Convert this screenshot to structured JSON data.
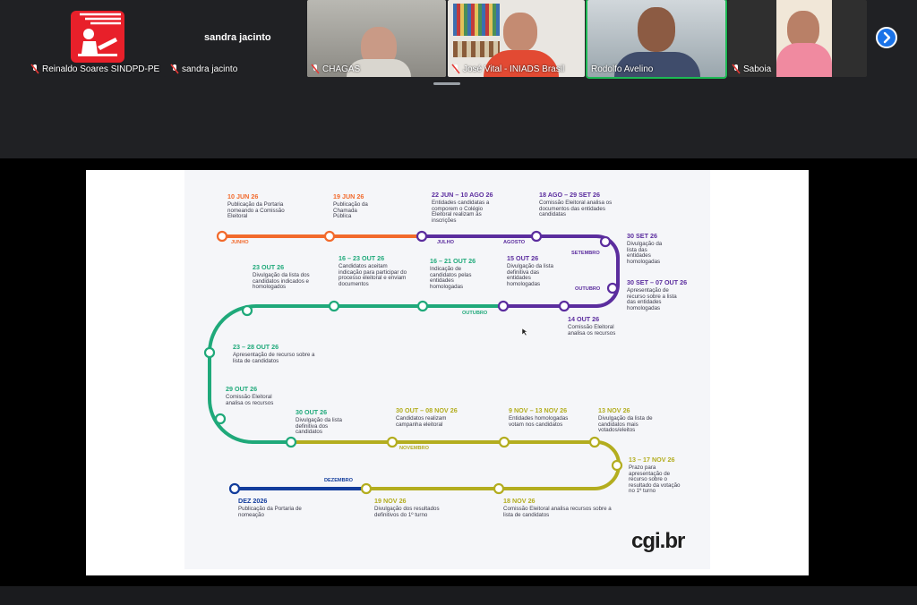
{
  "meeting": {
    "main_tile_title": "sandra jacinto",
    "participants": [
      {
        "name": "Reinaldo Soares SINDPD-PE",
        "muted": true
      },
      {
        "name": "sandra jacinto",
        "muted": true
      },
      {
        "name": "CHAGAS",
        "muted": true
      },
      {
        "name": "José Vital - INIADS Brasil",
        "muted": true
      },
      {
        "name": "Rodolfo Avelino",
        "muted": false,
        "speaking": true
      },
      {
        "name": "Saboia",
        "muted": true
      }
    ],
    "colors": {
      "muted_red": "#e53935",
      "speaking_green": "#1db954",
      "nav_blue": "#1a73e8"
    }
  },
  "slide": {
    "logo": "cgi.br",
    "colors": {
      "orange": "#f26a2c",
      "purple": "#5b2d9e",
      "green": "#1fa97a",
      "olive": "#b3ad1f",
      "navy": "#123c9c"
    },
    "months": {
      "junho": "JUNHO",
      "julho": "JULHO",
      "agosto": "AGOSTO",
      "setembro": "SETEMBRO",
      "outubro1": "OUTUBRO",
      "outubro2": "OUTUBRO",
      "novembro": "NOVEMBRO",
      "dezembro": "DEZEMBRO"
    },
    "events": [
      {
        "date": "10 JUN 26",
        "text": "Publicação da Portaria nomeando a Comissão Eleitoral"
      },
      {
        "date": "19 JUN 26",
        "text": "Publicação da Chamada Pública"
      },
      {
        "date": "22 JUN – 10 AGO 26",
        "text": "Entidades candidatas a comporem o Colégio Eleitoral realizam as inscrições"
      },
      {
        "date": "18 AGO – 29 SET 26",
        "text": "Comissão Eleitoral analisa os documentos das entidades candidatas"
      },
      {
        "date": "30 SET 26",
        "text": "Divulgação da lista das entidades homologadas"
      },
      {
        "date": "30 SET – 07 OUT 26",
        "text": "Apresentação de recurso sobre a lista das entidades homologadas"
      },
      {
        "date": "14 OUT 26",
        "text": "Comissão Eleitoral analisa os recursos"
      },
      {
        "date": "15 OUT 26",
        "text": "Divulgação da lista definitiva das entidades homologadas"
      },
      {
        "date": "16 – 21 OUT 26",
        "text": "Indicação de candidatos pelas entidades homologadas"
      },
      {
        "date": "16 – 23 OUT 26",
        "text": "Candidatos aceitam indicação para participar do processo eleitoral e enviam documentos"
      },
      {
        "date": "23 OUT 26",
        "text": "Divulgação da lista dos candidatos indicados e homologados"
      },
      {
        "date": "23 – 28 OUT 26",
        "text": "Apresentação de recurso sobre a lista de candidatos"
      },
      {
        "date": "29 OUT 26",
        "text": "Comissão Eleitoral analisa os recursos"
      },
      {
        "date": "30 OUT 26",
        "text": "Divulgação da lista definitiva dos candidatos"
      },
      {
        "date": "30 OUT – 08 NOV 26",
        "text": "Candidatos realizam campanha eleitoral"
      },
      {
        "date": "9 NOV – 13 NOV 26",
        "text": "Entidades homologadas votam nos candidatos"
      },
      {
        "date": "13 NOV 26",
        "text": "Divulgação da lista de candidatos mais votados/eleitos"
      },
      {
        "date": "13 – 17 NOV 26",
        "text": "Prazo para apresentação de recurso sobre o resultado da votação no 1º turno"
      },
      {
        "date": "18 NOV 26",
        "text": "Comissão Eleitoral analisa recursos sobre a lista de candidatos"
      },
      {
        "date": "19 NOV 26",
        "text": "Divulgação dos resultados definitivos do 1º turno"
      },
      {
        "date": "DEZ 2026",
        "text": "Publicação da Portaria de nomeação"
      }
    ]
  }
}
